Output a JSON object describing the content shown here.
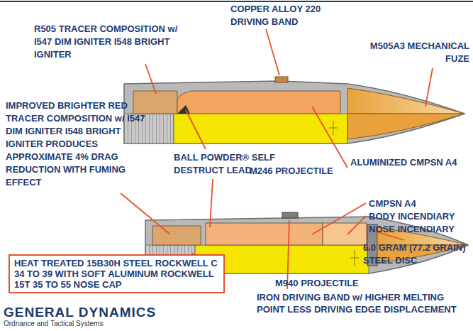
{
  "diagram": {
    "nodes": [
      {
        "text": [
          "HEAT TREATED 15B30H STEEL ROCKWELL C 34 TO 39 WITH SOFT ALUMINUM ROCKWELL 15T 35 TO 55 NOSE CAP"
        ]
      }
    ],
    "labels": [
      "R505 TRACER COMPOSITION w/ I547 DIM IGNITER I548 BRIGHT IGNITER",
      "COPPER ALLOY 220 DRIVING BAND",
      "M505A3 MECHANICAL FUZE",
      "IMPROVED BRIGHTER RED TRACER COMPOSITION w/ I547 DIM IGNITER I548 BRIGHT IGNITER PRODUCES APPROXIMATE 4% DRAG REDUCTION WITH FUMING EFFECT",
      "BALL POWDER® SELF DESTRUCT LEAD",
      "M246 PROJECTILE",
      "ALUMINIZED CMPSN A4",
      "CMPSN A4",
      "BODY INCENDIARY",
      "NOSE INCENDIARY",
      "5.0 GRAM (77.2 GRAIN) STEEL DISC",
      "M940 PROJECTILE",
      "IRON DRIVING BAND w/ HIGHER MELTING POINT LESS DRIVING EDGE DISPLACEMENT",
      "GENERAL DYNAMICS",
      "Ordnance and Tactical Systems"
    ]
  }
}
